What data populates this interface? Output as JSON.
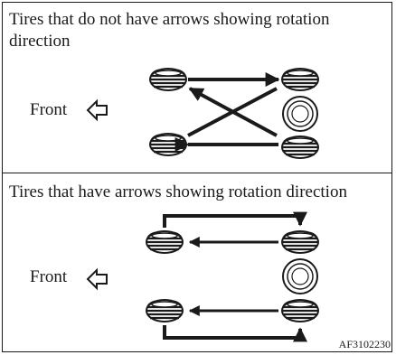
{
  "panels": [
    {
      "caption_line1": "Tires that do not have arrows showing rotation",
      "caption_line2": "direction",
      "front_label": "Front"
    },
    {
      "caption": "Tires that have arrows showing rotation direction",
      "front_label": "Front"
    }
  ],
  "figure_code": "AF3102230",
  "icons": {
    "front_arrow": "hollow-left-arrow",
    "tire": "stacked-tire",
    "spare": "spare-tire"
  }
}
